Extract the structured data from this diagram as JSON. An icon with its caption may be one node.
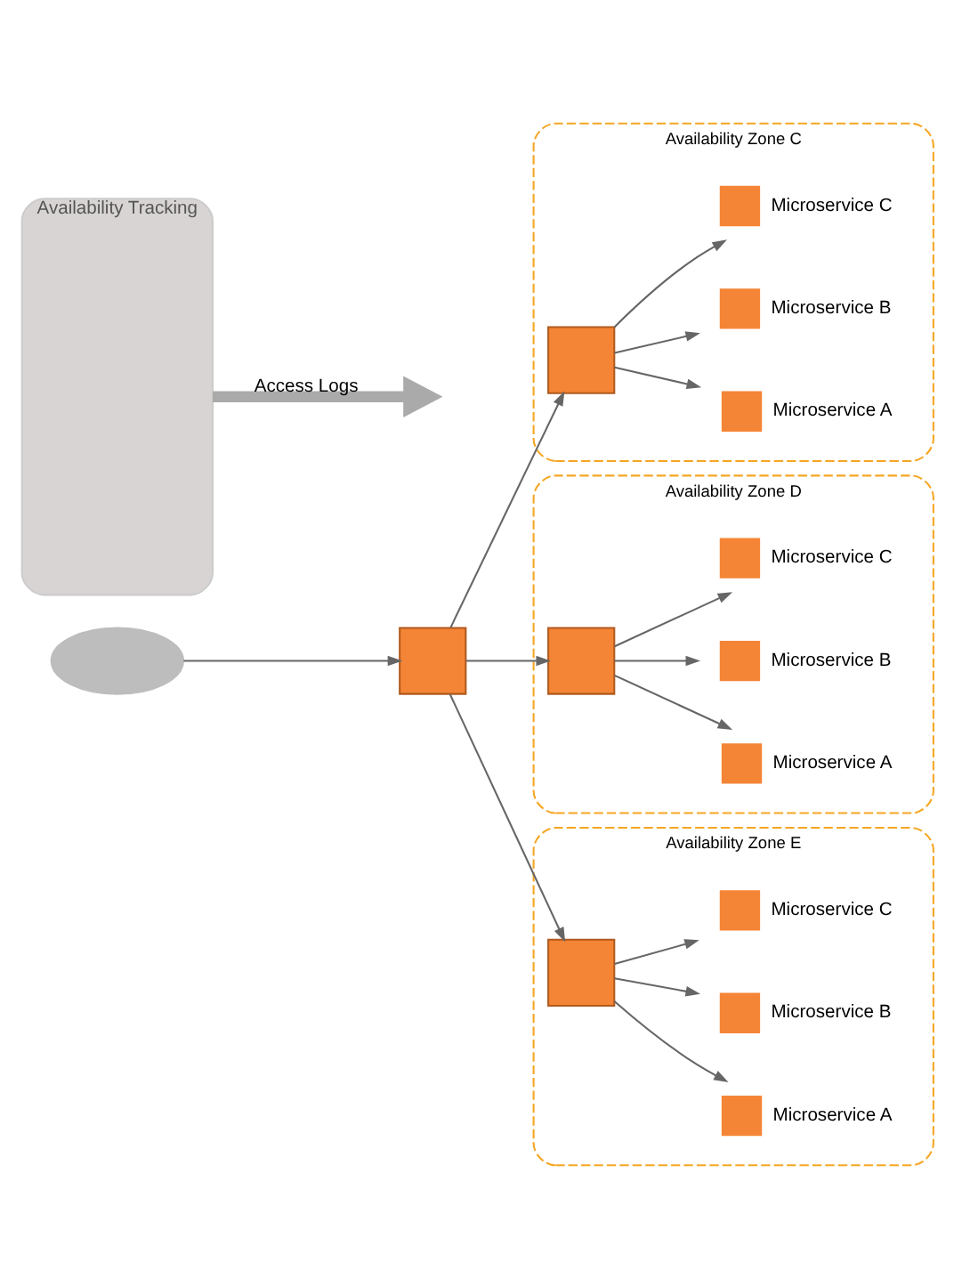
{
  "diagram": {
    "nodes": [
      {
        "text": [],
        "shape": "cloud"
      },
      {
        "text": [],
        "shape": "box"
      },
      {
        "text": [
          "Availability Tracking"
        ]
      },
      {
        "text": [
          "Availability Zone C"
        ]
      },
      {
        "text": [],
        "shape": "box",
        "in": 3
      },
      {
        "text": [
          "Microservice A"
        ],
        "in": 3
      },
      {
        "text": [
          "Microservice B"
        ],
        "in": 3
      },
      {
        "text": [
          "Microservice C"
        ],
        "in": 3
      },
      {
        "text": [
          "Availability Zone D"
        ]
      },
      {
        "text": [],
        "shape": "box",
        "in": 8
      },
      {
        "text": [
          "Microservice A"
        ],
        "in": 8
      },
      {
        "text": [
          "Microservice B"
        ],
        "in": 8
      },
      {
        "text": [
          "Microservice C"
        ],
        "in": 8
      },
      {
        "text": [
          "Availability Zone E"
        ]
      },
      {
        "text": [],
        "shape": "box",
        "in": 13
      },
      {
        "text": [
          "Microservice A"
        ],
        "in": 13
      },
      {
        "text": [
          "Microservice B"
        ],
        "in": 13
      },
      {
        "text": [
          "Microservice C"
        ],
        "in": 13
      }
    ],
    "edges": [
      {
        "from": 0,
        "to": 1,
        "arrow": "to"
      },
      {
        "from": 1,
        "to": 4,
        "arrow": "to"
      },
      {
        "from": 1,
        "to": 9,
        "arrow": "to"
      },
      {
        "from": 1,
        "to": 14,
        "arrow": "to"
      },
      {
        "from": 4,
        "to": 5,
        "arrow": "to"
      },
      {
        "from": 4,
        "to": 6,
        "arrow": "to"
      },
      {
        "from": 4,
        "to": 7,
        "arrow": "to"
      },
      {
        "from": 9,
        "to": 10,
        "arrow": "to"
      },
      {
        "from": 9,
        "to": 11,
        "arrow": "to"
      },
      {
        "from": 9,
        "to": 12,
        "arrow": "to"
      },
      {
        "from": 14,
        "to": 15,
        "arrow": "to"
      },
      {
        "from": 14,
        "to": 16,
        "arrow": "to"
      },
      {
        "from": 14,
        "to": 17,
        "arrow": "to"
      },
      {
        "from": 2,
        "to": null,
        "arrow": "to",
        "label": "Access Logs",
        "style": "thick",
        "color": "#aaaaaa"
      }
    ]
  }
}
